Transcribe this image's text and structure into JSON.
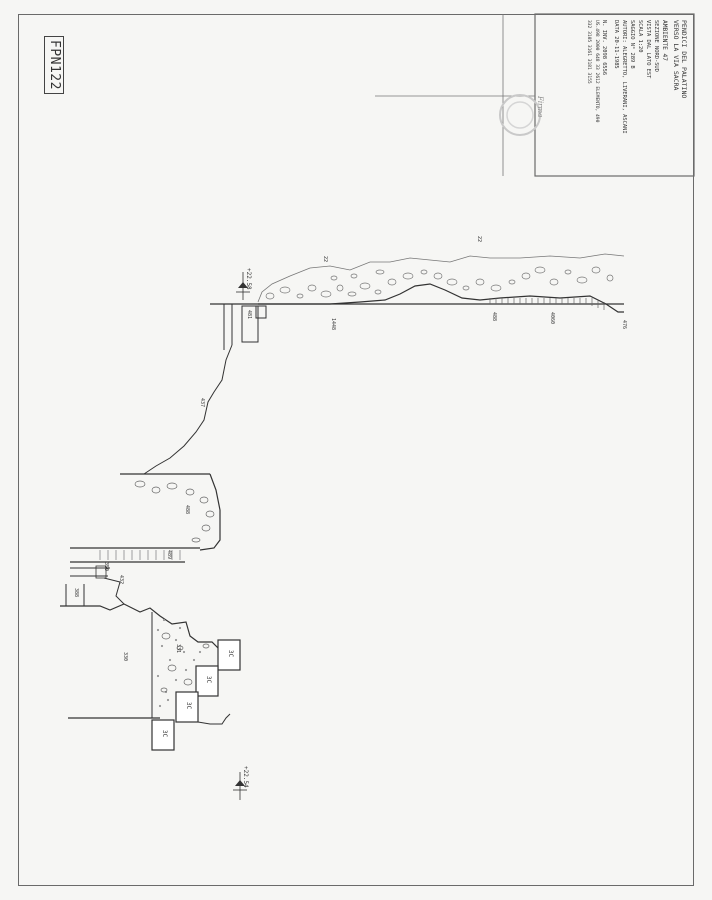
{
  "sheet_code": "FPN122",
  "title_block": {
    "lines": [
      "PENDICI DEL PALATINO",
      "VERSO LA VIA SACRA",
      "",
      "AMBIENTE 47",
      "SEZIONE NORD-SUD",
      "VISTA DAL LATO EST",
      "SCALA 1:20",
      "SAGGIO N° 289 B",
      "AUTORI: ALEGRETTO, LIVERANI, ASCANI",
      "DATA 20-11-1985",
      "",
      "N. INV. 2098 6556",
      "US.498 2000 648 33 2612 ELEMENTO, 490",
      "332 3105 3161 3181 3155"
    ],
    "stamp_text": "Firma"
  },
  "elevations": {
    "upper": "+22.58",
    "lower": "+22.54"
  },
  "unit_labels": [
    {
      "id": "u1",
      "text": "22"
    },
    {
      "id": "u2",
      "text": "22"
    },
    {
      "id": "u3",
      "text": "1448"
    },
    {
      "id": "u4",
      "text": "488"
    },
    {
      "id": "u5",
      "text": "4060"
    },
    {
      "id": "u6",
      "text": "476"
    },
    {
      "id": "u7",
      "text": "481"
    },
    {
      "id": "u8",
      "text": "437"
    },
    {
      "id": "u9",
      "text": "488"
    },
    {
      "id": "u10",
      "text": "489"
    },
    {
      "id": "u11",
      "text": "432"
    },
    {
      "id": "u12",
      "text": "330"
    },
    {
      "id": "u13",
      "text": "388"
    },
    {
      "id": "u14",
      "text": "350"
    },
    {
      "id": "u15",
      "text": "331"
    }
  ],
  "block_labels": [
    "3C",
    "3C",
    "3C",
    "3C"
  ]
}
